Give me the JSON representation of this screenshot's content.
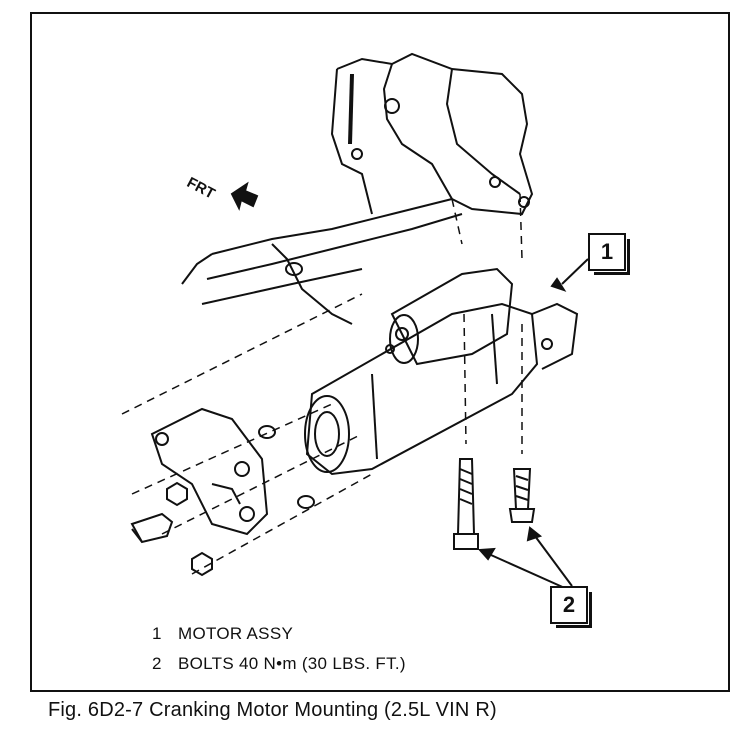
{
  "figure": {
    "caption": "Fig. 6D2-7 Cranking Motor Mounting (2.5L VIN R)",
    "direction_label": "FRT",
    "callouts": [
      "1",
      "2"
    ],
    "legend": [
      {
        "num": "1",
        "text": "MOTOR ASSY"
      },
      {
        "num": "2",
        "text": "BOLTS 40 N•m (30 LBS. FT.)"
      }
    ]
  }
}
